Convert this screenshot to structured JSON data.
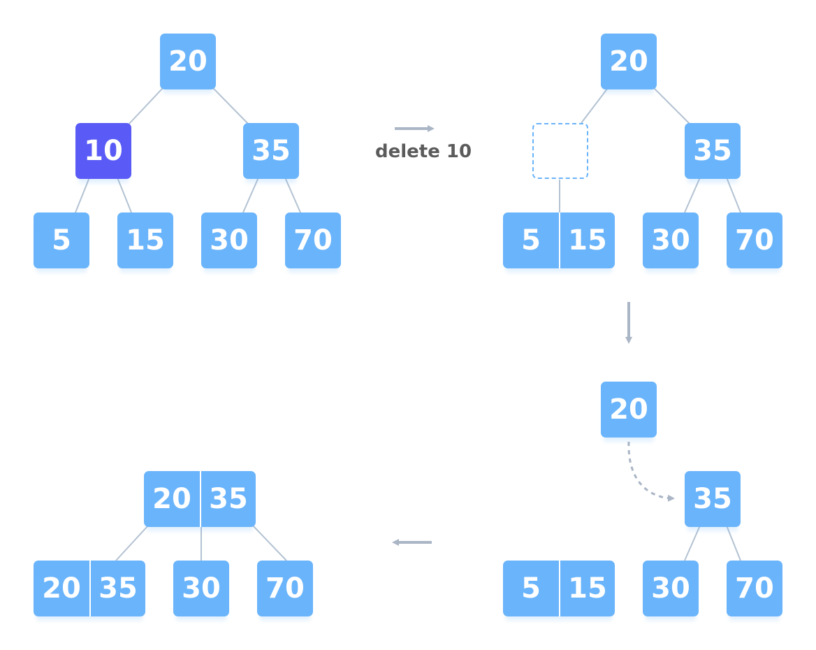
{
  "colors": {
    "node": "#6ab4fb",
    "highlight": "#5a5af6",
    "edge": "#b3c2d2",
    "arrow": "#aab5c5",
    "label": "#5b5b5b"
  },
  "label": "delete 10",
  "stages": [
    {
      "id": "initial",
      "nodes": [
        {
          "id": "a-root",
          "keys": [
            "20"
          ]
        },
        {
          "id": "a-l",
          "keys": [
            "10"
          ],
          "highlight": true
        },
        {
          "id": "a-r",
          "keys": [
            "35"
          ]
        },
        {
          "id": "a-ll",
          "keys": [
            "5"
          ]
        },
        {
          "id": "a-lr",
          "keys": [
            "15"
          ]
        },
        {
          "id": "a-rl",
          "keys": [
            "30"
          ]
        },
        {
          "id": "a-rr",
          "keys": [
            "70"
          ]
        }
      ]
    },
    {
      "id": "after-delete",
      "nodes": [
        {
          "id": "b-root",
          "keys": [
            "20"
          ]
        },
        {
          "id": "b-l",
          "keys": [],
          "empty": true
        },
        {
          "id": "b-r",
          "keys": [
            "35"
          ]
        },
        {
          "id": "b-lm",
          "keys": [
            "5",
            "15"
          ]
        },
        {
          "id": "b-rl",
          "keys": [
            "30"
          ]
        },
        {
          "id": "b-rr",
          "keys": [
            "70"
          ]
        }
      ]
    },
    {
      "id": "borrow",
      "nodes": [
        {
          "id": "c-parent",
          "keys": [
            "20"
          ]
        },
        {
          "id": "c-sib",
          "keys": [
            "35"
          ]
        },
        {
          "id": "c-lm",
          "keys": [
            "5",
            "15"
          ]
        },
        {
          "id": "c-rl",
          "keys": [
            "30"
          ]
        },
        {
          "id": "c-rr",
          "keys": [
            "70"
          ]
        }
      ]
    },
    {
      "id": "merged",
      "nodes": [
        {
          "id": "d-root",
          "keys": [
            "20",
            "35"
          ]
        },
        {
          "id": "d-l",
          "keys": [
            "20",
            "35"
          ]
        },
        {
          "id": "d-m",
          "keys": [
            "30"
          ]
        },
        {
          "id": "d-r",
          "keys": [
            "70"
          ]
        }
      ]
    }
  ]
}
